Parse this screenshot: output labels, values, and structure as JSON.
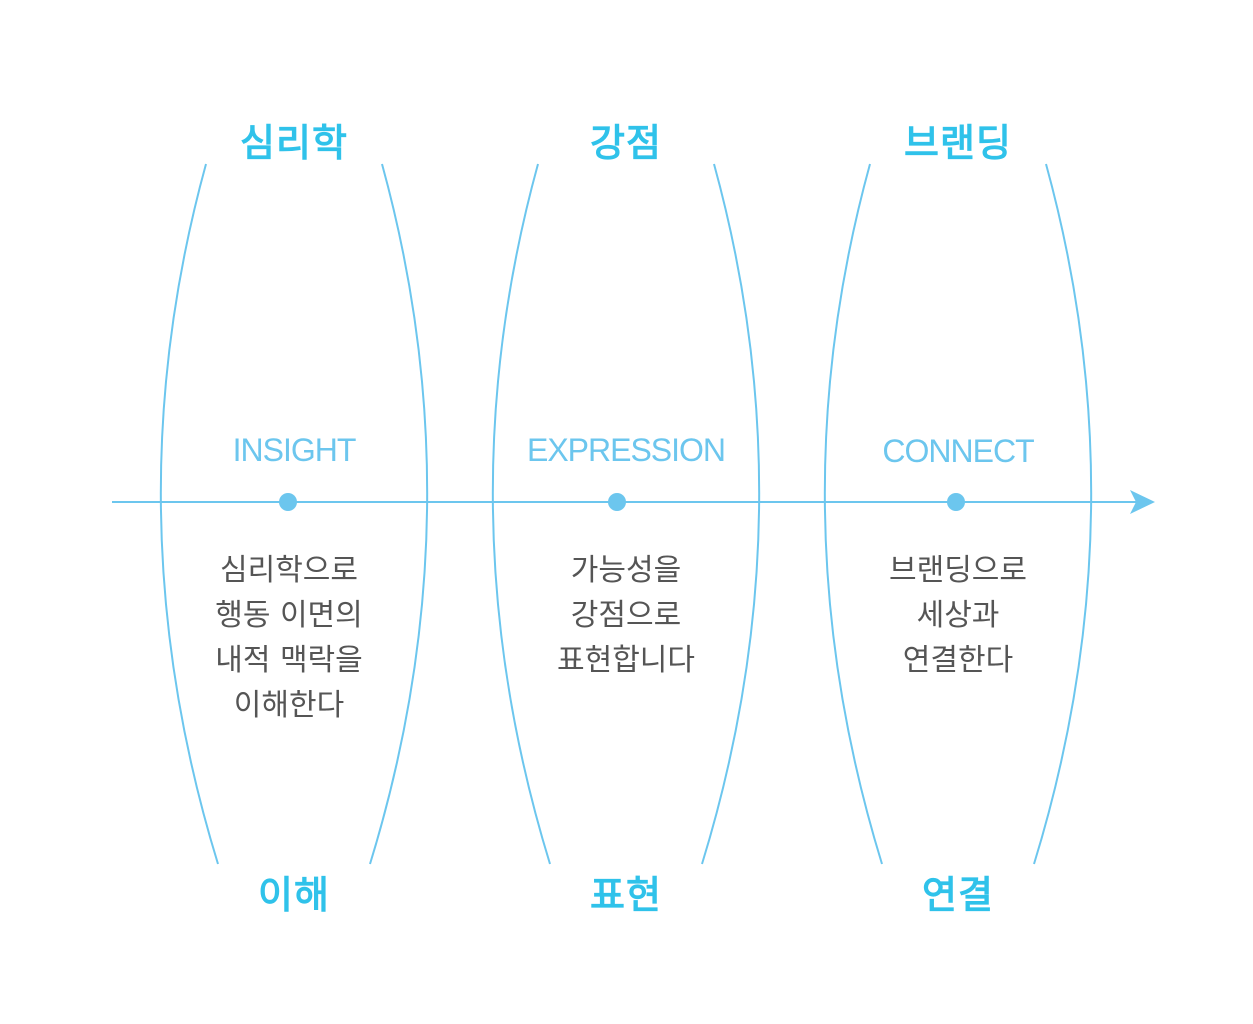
{
  "colors": {
    "line": "#6cc6ee",
    "title": "#2fc2ea",
    "english": "#6cc6ee",
    "description": "#555555",
    "background": "#ffffff"
  },
  "stages": [
    {
      "top_title": "심리학",
      "english": "INSIGHT",
      "description": "심리학으로\n행동 이면의\n내적 맥락을\n이해한다",
      "bottom_title": "이해"
    },
    {
      "top_title": "강점",
      "english": "EXPRESSION",
      "description": "가능성을\n강점으로\n표현합니다",
      "bottom_title": "표현"
    },
    {
      "top_title": "브랜딩",
      "english": "CONNECT",
      "description": "브랜딩으로\n세상과\n연결한다",
      "bottom_title": "연결"
    }
  ],
  "axis": {
    "direction": "arrow-right-icon"
  }
}
